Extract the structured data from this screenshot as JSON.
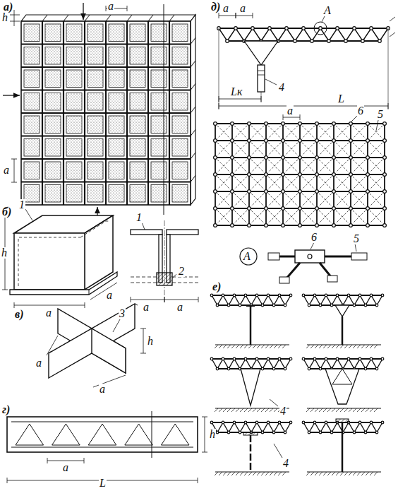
{
  "diagram": {
    "labels": [
      "а)",
      "h",
      "a",
      "a",
      "б)",
      "1",
      "h",
      "a",
      "a",
      "1",
      "2",
      "a",
      "a",
      "в)",
      "3",
      "h",
      "a",
      "a",
      "г)",
      "h",
      "a",
      "L",
      "д)",
      "a",
      "a",
      "A",
      "4",
      "Lк",
      "L",
      "a",
      "6",
      "5",
      "A",
      "6",
      "5",
      "е)",
      "4",
      "4"
    ]
  }
}
